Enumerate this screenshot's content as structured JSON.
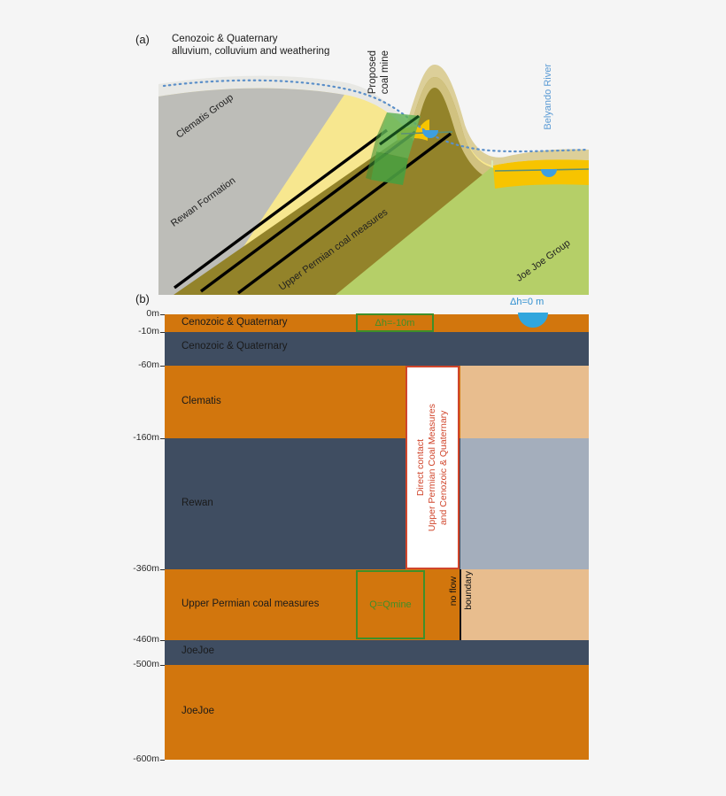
{
  "figure": {
    "panel_a_letter": "(a)",
    "panel_b_letter": "(b)"
  },
  "panel_a": {
    "header_note": "Cenozoic & Quaternary\nalluvium, colluvium and weathering",
    "labels": {
      "clematis": "Clematis Group",
      "rewan": "Rewan Formation",
      "coal": "Upper Permian coal measures",
      "joejoe": "Joe Joe Group",
      "mine": "Proposed\ncoal mine",
      "river": "Belyando River"
    },
    "colors": {
      "cenozoic": "#e8e8e4",
      "clematis": "#bdbdb8",
      "rewan": "#fae79a",
      "coal": "#93832a",
      "coal_upper": "#d8c98a",
      "joejoe": "#b5cf68",
      "joejoe_pale": "#dce8b4",
      "alluvium": "#f7c400",
      "mine_green": "#4a9e3f",
      "water_table": "#5b8fc9",
      "river_blue": "#3d9fe0",
      "coal_seam": "#000000"
    }
  },
  "panel_b": {
    "axis": {
      "ticks": [
        "0m",
        "-10m",
        "-60m",
        "-160m",
        "-360m",
        "-460m",
        "-500m",
        "-600m"
      ]
    },
    "layers": [
      {
        "label": "Cenozoic & Quaternary",
        "color": "#d2760d",
        "top_m": 0,
        "bottom_m": -10
      },
      {
        "label": "Cenozoic & Quaternary",
        "color": "#3f4d61",
        "top_m": -10,
        "bottom_m": -60
      },
      {
        "label": "Clematis",
        "color": "#d2760d",
        "top_m": -60,
        "bottom_m": -160
      },
      {
        "label": "Rewan",
        "color": "#3f4d61",
        "top_m": -160,
        "bottom_m": -360
      },
      {
        "label": "Upper Permian coal measures",
        "color": "#d2760d",
        "top_m": -360,
        "bottom_m": -460
      },
      {
        "label": "JoeJoe",
        "color": "#3f4d61",
        "top_m": -460,
        "bottom_m": -500
      },
      {
        "label": "JoeJoe",
        "color": "#d2760d",
        "top_m": -500,
        "bottom_m": -600
      }
    ],
    "right_block_colors": {
      "clematis_pale": "#e8bd8e",
      "rewan_pale": "#a4aebc",
      "coal_pale": "#e8bd8e"
    },
    "annotations": {
      "dh_mine": "Δh=-10m",
      "dh_river": "Δh=0 m",
      "q_mine": "Q=Qmine",
      "no_flow": "no flow",
      "boundary": "boundary",
      "direct_contact": "Direct contact\nUpper Permian Coal Measures\nand Cenozoic & Quaternary"
    },
    "colors": {
      "green": "#3f8f29",
      "red": "#d0452b",
      "river_blue": "#31a6dd",
      "dh_blue": "#2f8fd0",
      "black": "#111111"
    }
  }
}
